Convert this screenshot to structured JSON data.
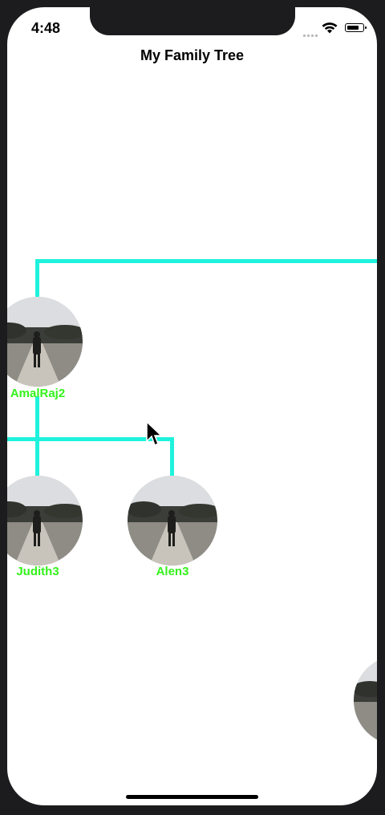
{
  "status_bar": {
    "time": "4:48"
  },
  "nav": {
    "title": "My Family Tree"
  },
  "members": [
    {
      "name": "AmalRaj2"
    },
    {
      "name": "Judith3"
    },
    {
      "name": "Alen3"
    }
  ],
  "colors": {
    "line": "#1ff2dc",
    "label": "#33f21b",
    "background": "#ffffff"
  }
}
